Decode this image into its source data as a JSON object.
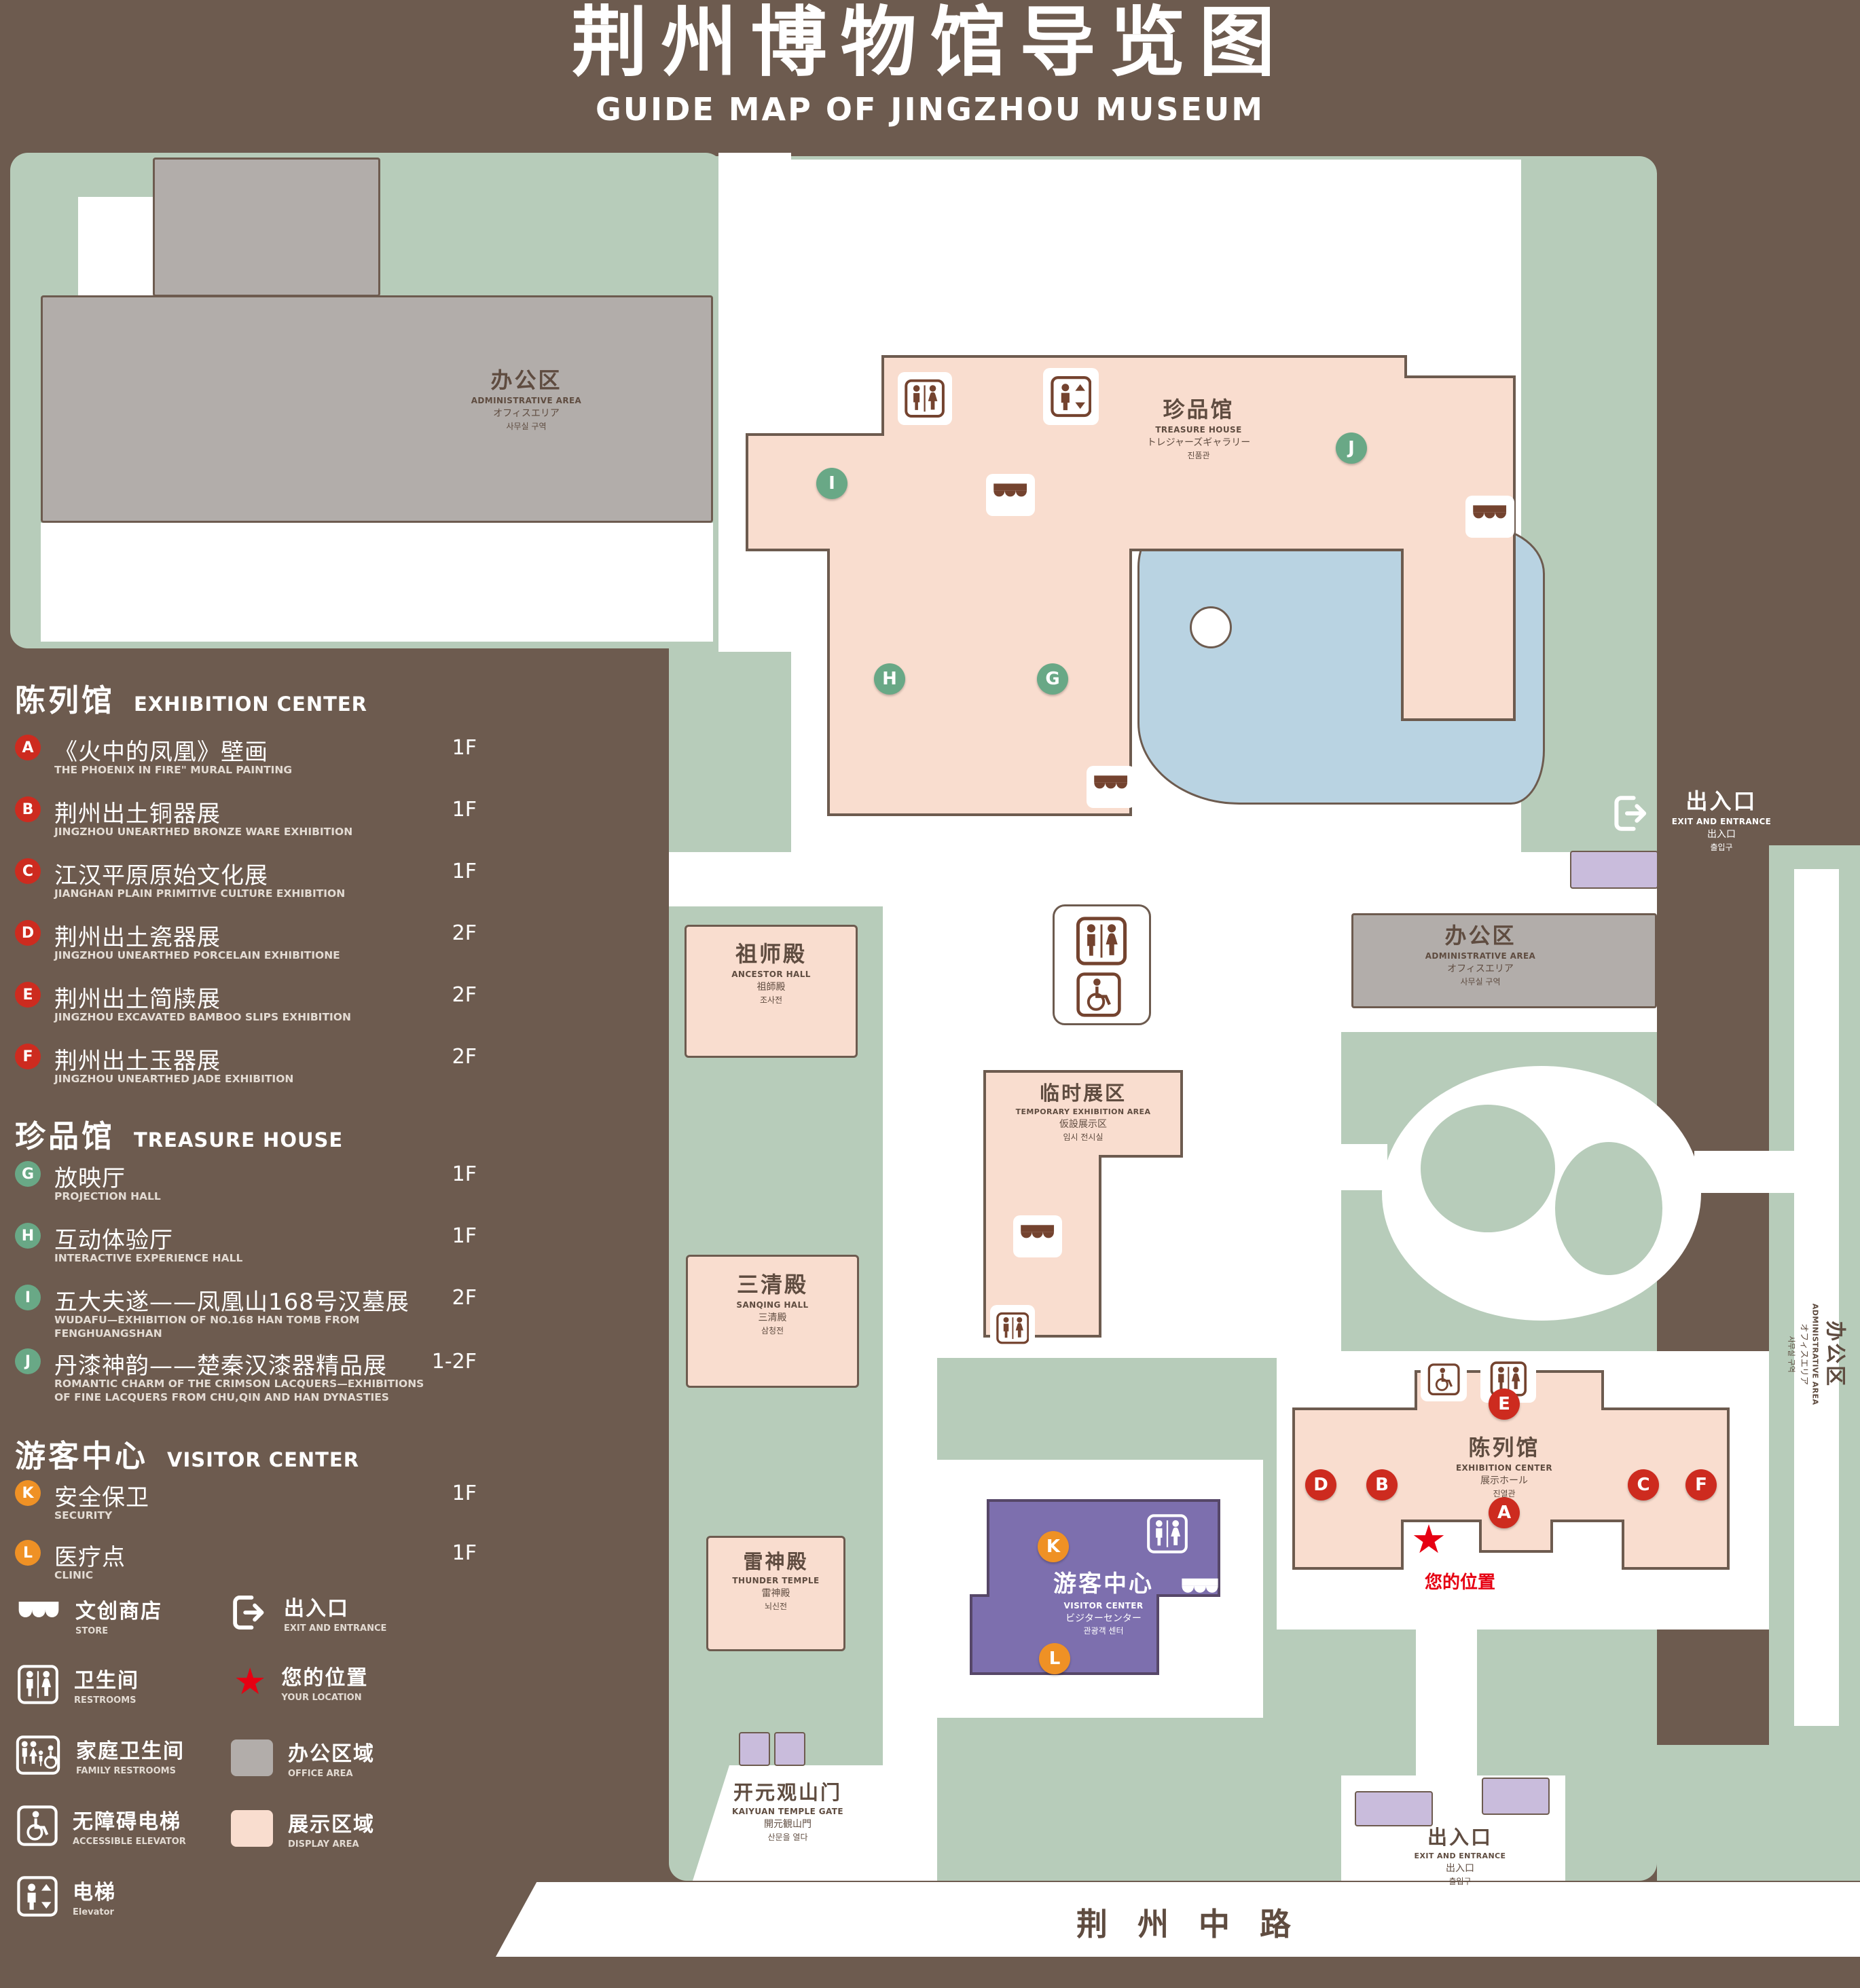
{
  "title": {
    "zh": "荆州博物馆导览图",
    "en": "GUIDE MAP OF JINGZHOU MUSEUM"
  },
  "icons": {
    "star": "★"
  },
  "colors": {
    "background": "#6d5b4f",
    "landscape": "#b7ccba",
    "display_area": "#f9ddcf",
    "office_area": "#b2adaa",
    "water": "#b9d3e2",
    "visitor_center": "#7d6fae",
    "gate_purple": "#c9bcdc",
    "marker_red": "#cd2b1f",
    "marker_green": "#69a886",
    "marker_orange": "#ef9125",
    "location_red": "#e60012"
  },
  "legend": {
    "sections": [
      {
        "title_zh": "陈列馆",
        "title_en": "EXHIBITION CENTER",
        "items": [
          {
            "letter": "A",
            "zh": "《火中的凤凰》壁画",
            "en": "THE PHOENIX IN FIRE\" MURAL PAINTING",
            "floor": "1F"
          },
          {
            "letter": "B",
            "zh": "荆州出土铜器展",
            "en": "JINGZHOU UNEARTHED BRONZE WARE EXHIBITION",
            "floor": "1F"
          },
          {
            "letter": "C",
            "zh": "江汉平原原始文化展",
            "en": "JIANGHAN PLAIN PRIMITIVE CULTURE EXHIBITION",
            "floor": "1F"
          },
          {
            "letter": "D",
            "zh": "荆州出土瓷器展",
            "en": "JINGZHOU UNEARTHED PORCELAIN EXHIBITIONE",
            "floor": "2F"
          },
          {
            "letter": "E",
            "zh": "荆州出土简牍展",
            "en": "JINGZHOU EXCAVATED BAMBOO SLIPS EXHIBITION",
            "floor": "2F"
          },
          {
            "letter": "F",
            "zh": "荆州出土玉器展",
            "en": "JINGZHOU UNEARTHED JADE EXHIBITION",
            "floor": "2F"
          }
        ]
      },
      {
        "title_zh": "珍品馆",
        "title_en": "TREASURE HOUSE",
        "items": [
          {
            "letter": "G",
            "zh": "放映厅",
            "en": "PROJECTION HALL",
            "floor": "1F"
          },
          {
            "letter": "H",
            "zh": "互动体验厅",
            "en": "INTERACTIVE EXPERIENCE HALL",
            "floor": "1F"
          },
          {
            "letter": "I",
            "zh": "五大夫遂——凤凰山168号汉墓展",
            "en": "WUDAFU—EXHIBITION OF NO.168 HAN TOMB FROM FENGHUANGSHAN",
            "floor": "2F"
          },
          {
            "letter": "J",
            "zh": "丹漆神韵——楚秦汉漆器精品展",
            "en": "ROMANTIC CHARM OF THE CRIMSON LACQUERS—EXHIBITIONS OF FINE LACQUERS FROM CHU,QIN AND HAN DYNASTIES",
            "floor": "1-2F"
          }
        ]
      },
      {
        "title_zh": "游客中心",
        "title_en": "VISITOR CENTER",
        "items": [
          {
            "letter": "K",
            "zh": "安全保卫",
            "en": "SECURITY",
            "floor": "1F"
          },
          {
            "letter": "L",
            "zh": "医疗点",
            "en": "CLINIC",
            "floor": "1F"
          }
        ]
      }
    ],
    "symbols": [
      {
        "icon": "store-icon",
        "zh": "文创商店",
        "en": "STORE"
      },
      {
        "icon": "exit-icon",
        "zh": "出入口",
        "en": "EXIT AND ENTRANCE"
      },
      {
        "icon": "restroom-icon",
        "zh": "卫生间",
        "en": "RESTROOMS"
      },
      {
        "icon": "location-star-icon",
        "zh": "您的位置",
        "en": "YOUR LOCATION"
      },
      {
        "icon": "family-restroom-icon",
        "zh": "家庭卫生间",
        "en": "FAMILY RESTROOMS"
      },
      {
        "icon": "office-area-swatch",
        "zh": "办公区域",
        "en": "OFFICE AREA"
      },
      {
        "icon": "accessible-elevator-icon",
        "zh": "无障碍电梯",
        "en": "ACCESSIBLE ELEVATOR"
      },
      {
        "icon": "display-area-swatch",
        "zh": "展示区域",
        "en": "DISPLAY AREA"
      },
      {
        "icon": "elevator-icon",
        "zh": "电梯",
        "en": "Elevator"
      }
    ]
  },
  "map": {
    "buildings": {
      "admin_nw": {
        "zh": "办公区",
        "en": "ADMINISTRATIVE AREA",
        "ja": "オフィスエリア",
        "ko": "사무실 구역"
      },
      "treasure_house": {
        "zh": "珍品馆",
        "en": "TREASURE HOUSE",
        "ja": "トレジャーズギャラリー",
        "ko": "진품관"
      },
      "ancestor_hall": {
        "zh": "祖师殿",
        "en": "ANCESTOR HALL",
        "ja": "祖師殿",
        "ko": "조사전"
      },
      "admin_mid": {
        "zh": "办公区",
        "en": "ADMINISTRATIVE AREA",
        "ja": "オフィスエリア",
        "ko": "사무실 구역"
      },
      "temporary_exhibition": {
        "zh": "临时展区",
        "en": "TEMPORARY EXHIBITION AREA",
        "ja": "仮設展示区",
        "ko": "임시 전시실"
      },
      "sanqing_hall": {
        "zh": "三清殿",
        "en": "SANQING HALL",
        "ja": "三清殿",
        "ko": "삼청전"
      },
      "thunder_temple": {
        "zh": "雷神殿",
        "en": "THUNDER TEMPLE",
        "ja": "雷神殿",
        "ko": "뇌신전"
      },
      "visitor_center": {
        "zh": "游客中心",
        "en": "VISITOR CENTER",
        "ja": "ビジターセンター",
        "ko": "관광객 센터"
      },
      "exhibition_center": {
        "zh": "陈列馆",
        "en": "EXHIBITION CENTER",
        "ja": "展示ホール",
        "ko": "진열관"
      },
      "admin_east": {
        "zh": "办公区",
        "en": "ADMINISTRATIVE AREA",
        "ja": "オフィスエリア",
        "ko": "사무실 구역"
      },
      "kaiyuan_gate": {
        "zh": "开元观山门",
        "en": "KAIYUAN TEMPLE GATE",
        "ja": "開元観山門",
        "ko": "산문을 열다"
      },
      "exit_east": {
        "zh": "出入口",
        "en": "EXIT AND ENTRANCE",
        "ja": "出入口",
        "ko": "출입구"
      },
      "exit_south": {
        "zh": "出入口",
        "en": "EXIT AND ENTRANCE",
        "ja": "出入口",
        "ko": "출입구"
      }
    },
    "road": {
      "name": "荆 州 中 路"
    },
    "your_location": {
      "label": "您的位置"
    },
    "markers": {
      "A": "A",
      "B": "B",
      "C": "C",
      "D": "D",
      "E": "E",
      "F": "F",
      "G": "G",
      "H": "H",
      "I": "I",
      "J": "J",
      "K": "K",
      "L": "L"
    }
  }
}
